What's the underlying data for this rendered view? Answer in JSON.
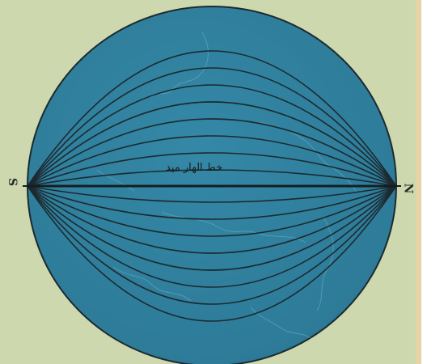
{
  "diagram": {
    "pole_left": "S",
    "pole_right": "N",
    "equator_label": "خط الهار مید",
    "colors": {
      "background": "#cdd8ae",
      "globe_fill": "#2f7f9d",
      "globe_shade": "#25667f",
      "line": "#1c2a30",
      "land_outline": "#6fb0c8",
      "right_edge_band": "#e7d3a3",
      "right_edge_white": "#ffffff"
    }
  }
}
